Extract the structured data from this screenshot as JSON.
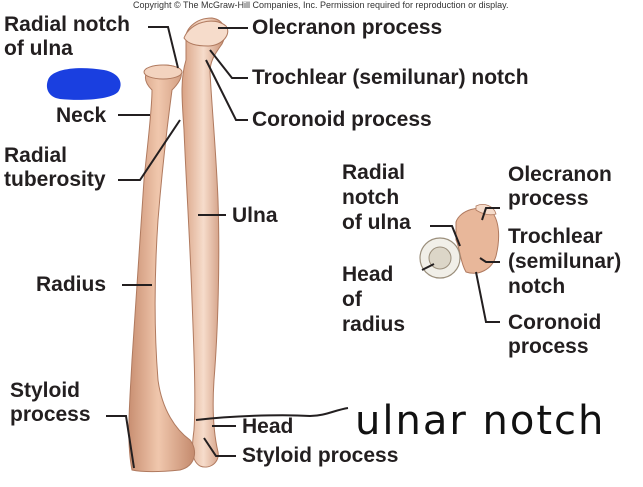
{
  "copyright": "Copyright © The McGraw-Hill Companies, Inc. Permission required for reproduction or display.",
  "labels": {
    "radial_notch_line1": "Radial notch",
    "radial_notch_line2": "of ulna",
    "neck": "Neck",
    "radial_tuberosity_line1": "Radial",
    "radial_tuberosity_line2": "tuberosity",
    "radius": "Radius",
    "styloid_left_line1": "Styloid",
    "styloid_left_line2": "process",
    "olecranon": "Olecranon process",
    "trochlear": "Trochlear (semilunar) notch",
    "coronoid": "Coronoid process",
    "ulna": "Ulna",
    "head": "Head",
    "styloid_right": "Styloid process"
  },
  "inset": {
    "radial_notch_line1": "Radial",
    "radial_notch_line2": "notch",
    "radial_notch_line3": "of ulna",
    "head_line1": "Head",
    "head_line2": "of",
    "head_line3": "radius",
    "olecranon_line1": "Olecranon",
    "olecranon_line2": "process",
    "trochlear_line1": "Trochlear",
    "trochlear_line2": "(semilunar)",
    "trochlear_line3": "notch",
    "coronoid_line1": "Coronoid",
    "coronoid_line2": "process"
  },
  "handwritten": "ulnar notch",
  "colors": {
    "bone": "#e8b79a",
    "bone_dark": "#c98f72",
    "bone_light": "#f6dccb",
    "highlight_blob": "#1a3fe0",
    "leader_line": "#231f20"
  }
}
